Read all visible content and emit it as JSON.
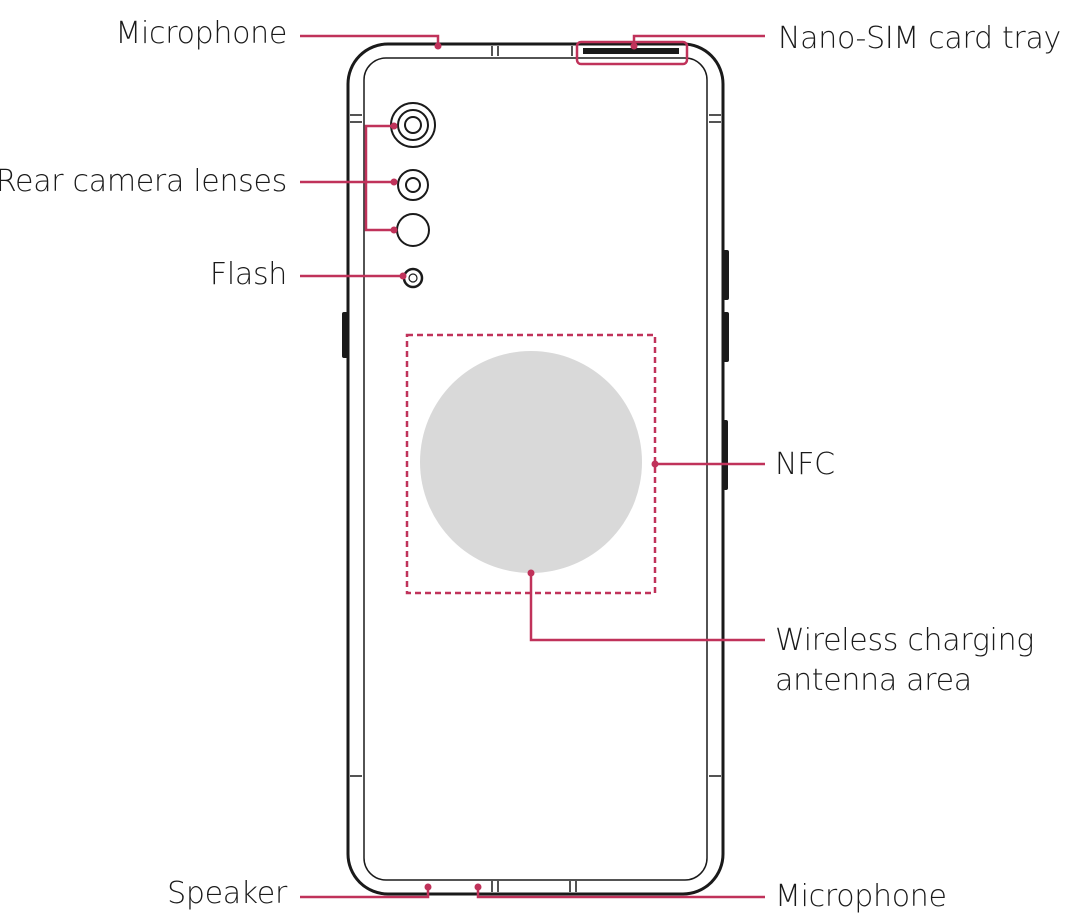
{
  "colors": {
    "callout": "#c0325a",
    "outline": "#1a1a1a",
    "coil_fill": "#d9d9d9",
    "background": "#ffffff"
  },
  "labels": {
    "mic_top": "Microphone",
    "sim_tray": "Nano-SIM card tray",
    "rear_camera": "Rear camera lenses",
    "flash": "Flash",
    "nfc": "NFC",
    "wireless_line1": "Wireless charging",
    "wireless_line2": "antenna area",
    "speaker": "Speaker",
    "mic_bottom": "Microphone"
  }
}
